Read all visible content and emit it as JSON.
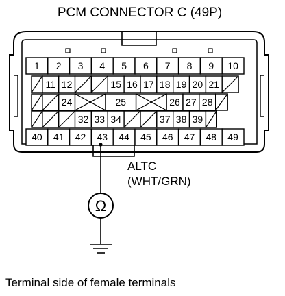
{
  "title": "PCM CONNECTOR C (49P)",
  "pin_rows": [
    [
      "1",
      "2",
      "3",
      "4",
      "5",
      "6",
      "7",
      "8",
      "9",
      "10"
    ],
    [
      "",
      "11",
      "12",
      "",
      "",
      "15",
      "16",
      "17",
      "18",
      "19",
      "20",
      "21",
      ""
    ],
    [
      "",
      "",
      "24",
      "",
      "25",
      "",
      "26",
      "27",
      "28",
      ""
    ],
    [
      "",
      "",
      "",
      "32",
      "33",
      "34",
      "",
      "",
      "37",
      "38",
      "39",
      ""
    ],
    [
      "40",
      "41",
      "42",
      "43",
      "44",
      "45",
      "46",
      "47",
      "48",
      "49"
    ]
  ],
  "measured_pin": "43",
  "signal_name": "ALTC",
  "wire_color": "(WHT/GRN)",
  "meter_symbol": "Ω",
  "caption": "Terminal side of female terminals"
}
